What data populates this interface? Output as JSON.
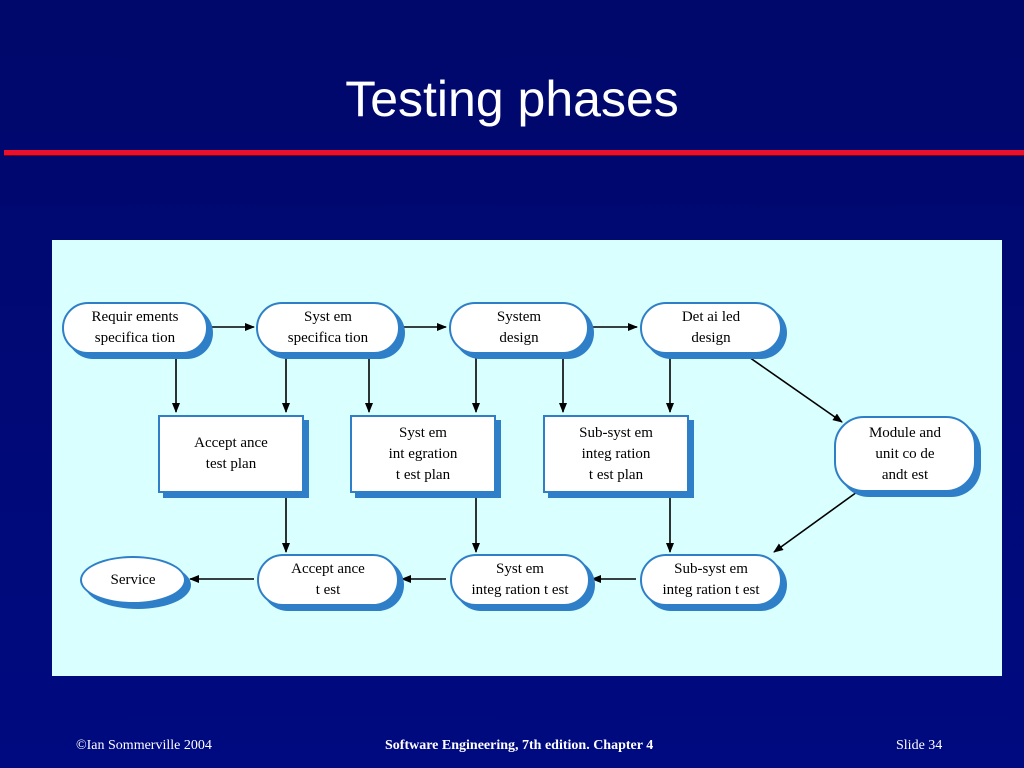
{
  "slide": {
    "title": "Testing phases"
  },
  "diagram": {
    "nodes": {
      "requirements_spec": {
        "line1": "Requir ements",
        "line2": "specifica tion"
      },
      "system_spec": {
        "line1": "Syst em",
        "line2": "specifica tion"
      },
      "system_design": {
        "line1": "System",
        "line2": "design"
      },
      "detailed_design": {
        "line1": "Det ai led",
        "line2": "design"
      },
      "acceptance_test_plan": {
        "line1": "Accept ance",
        "line2": "test plan"
      },
      "system_integration_test_plan": {
        "line1": "Syst em",
        "line2": "int egration",
        "line3": "t est plan"
      },
      "subsystem_integration_test_plan": {
        "line1": "Sub-syst em",
        "line2": "integ ration",
        "line3": "t est plan"
      },
      "module_unit_code_test": {
        "line1": "Module and",
        "line2": "unit co de",
        "line3": "andt est"
      },
      "service": {
        "line1": "Service"
      },
      "acceptance_test": {
        "line1": "Accept ance",
        "line2": "t est"
      },
      "system_integration_test": {
        "line1": "Syst em",
        "line2": "integ ration t est"
      },
      "subsystem_integration_test": {
        "line1": "Sub-syst em",
        "line2": "integ ration t est"
      }
    }
  },
  "footer": {
    "copyright": "©Ian Sommerville 2004",
    "book": "Software Engineering, 7th edition. Chapter 4",
    "slide_label": "Slide 34"
  }
}
